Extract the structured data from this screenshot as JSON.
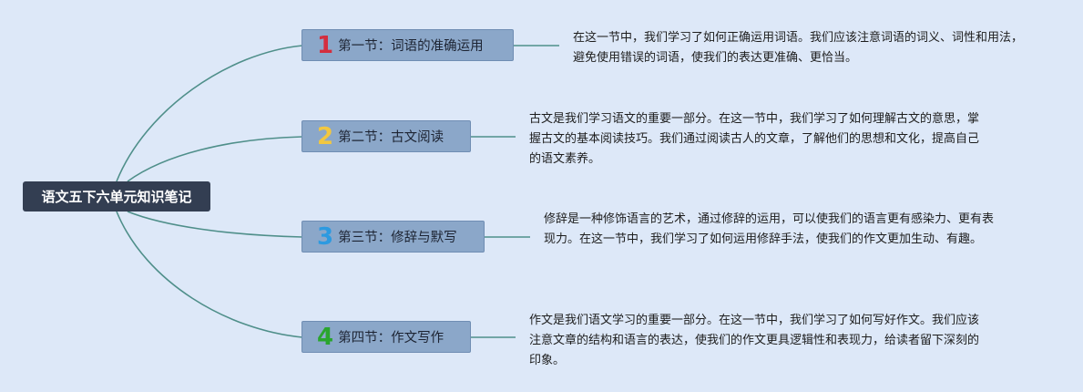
{
  "root": {
    "title": "语文五下六单元知识笔记"
  },
  "sections": [
    {
      "number": "1",
      "title": "第一节：词语的准确运用",
      "color": "#d42e3e",
      "note": "在这一节中，我们学习了如何正确运用词语。我们应该注意词语的词义、词性和用法，避免使用错误的词语，使我们的表达更准确、更恰当。"
    },
    {
      "number": "2",
      "title": "第二节：古文阅读",
      "color": "#f2c740",
      "note": "古文是我们学习语文的重要一部分。在这一节中，我们学习了如何理解古文的意思，掌握古文的基本阅读技巧。我们通过阅读古人的文章，了解他们的思想和文化，提高自己的语文素养。"
    },
    {
      "number": "3",
      "title": "第三节：修辞与默写",
      "color": "#2d9ae0",
      "note": "修辞是一种修饰语言的艺术，通过修辞的运用，可以使我们的语言更有感染力、更有表现力。在这一节中，我们学习了如何运用修辞手法，使我们的作文更加生动、有趣。"
    },
    {
      "number": "4",
      "title": "第四节：作文写作",
      "color": "#2aa52e",
      "note": "作文是我们语文学习的重要一部分。在这一节中，我们学习了如何写好作文。我们应该注意文章的结构和语言的表达，使我们的作文更具逻辑性和表现力，给读者留下深刻的印象。"
    }
  ],
  "colors": {
    "background": "#dde8f8",
    "root_fill": "#333e52",
    "branch_fill": "#8ba7c9",
    "connector": "#4f8f8a"
  }
}
